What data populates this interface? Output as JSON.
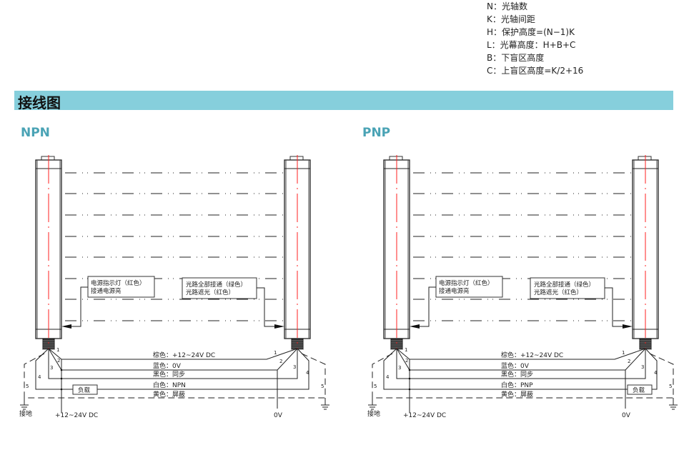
{
  "legend": [
    "N：光轴数",
    "K：光轴间距",
    "H：保护高度=(N−1)K",
    "L：光幕高度：H+B+C",
    "B：下盲区高度",
    "C：上盲区高度=K/2+16"
  ],
  "section_title": "接线图",
  "colors": {
    "accent_bar": "#86cfdc",
    "title": "#4aa3b5",
    "axis_line": "#ff2020"
  },
  "panels": [
    {
      "title": "NPN",
      "emitter_label": [
        "电源指示灯（红色）",
        "接通电源亮"
      ],
      "receiver_label": [
        "光路全部接通（绿色）",
        "光路遮光（红色）"
      ],
      "wires": [
        "棕色：+12~24V DC",
        "蓝色：0V",
        "黑色：同步",
        "白色：NPN",
        "黄色：屏蔽"
      ],
      "pins": [
        "1",
        "2",
        "3",
        "4",
        "5"
      ],
      "load": "负载",
      "load_side": "left",
      "ground": "接地",
      "supply": "+12~24V DC",
      "zero": "0V"
    },
    {
      "title": "PNP",
      "emitter_label": [
        "电源指示灯（红色）",
        "接通电源亮"
      ],
      "receiver_label": [
        "光路全部接通（绿色）",
        "光路遮光（红色）"
      ],
      "wires": [
        "棕色：+12~24V DC",
        "蓝色：0V",
        "黑色：同步",
        "白色：PNP",
        "黄色：屏蔽"
      ],
      "pins": [
        "1",
        "2",
        "3",
        "4",
        "5"
      ],
      "load": "负载",
      "load_side": "right",
      "ground": "接地",
      "supply": "+12~24V DC",
      "zero": "0V"
    }
  ]
}
